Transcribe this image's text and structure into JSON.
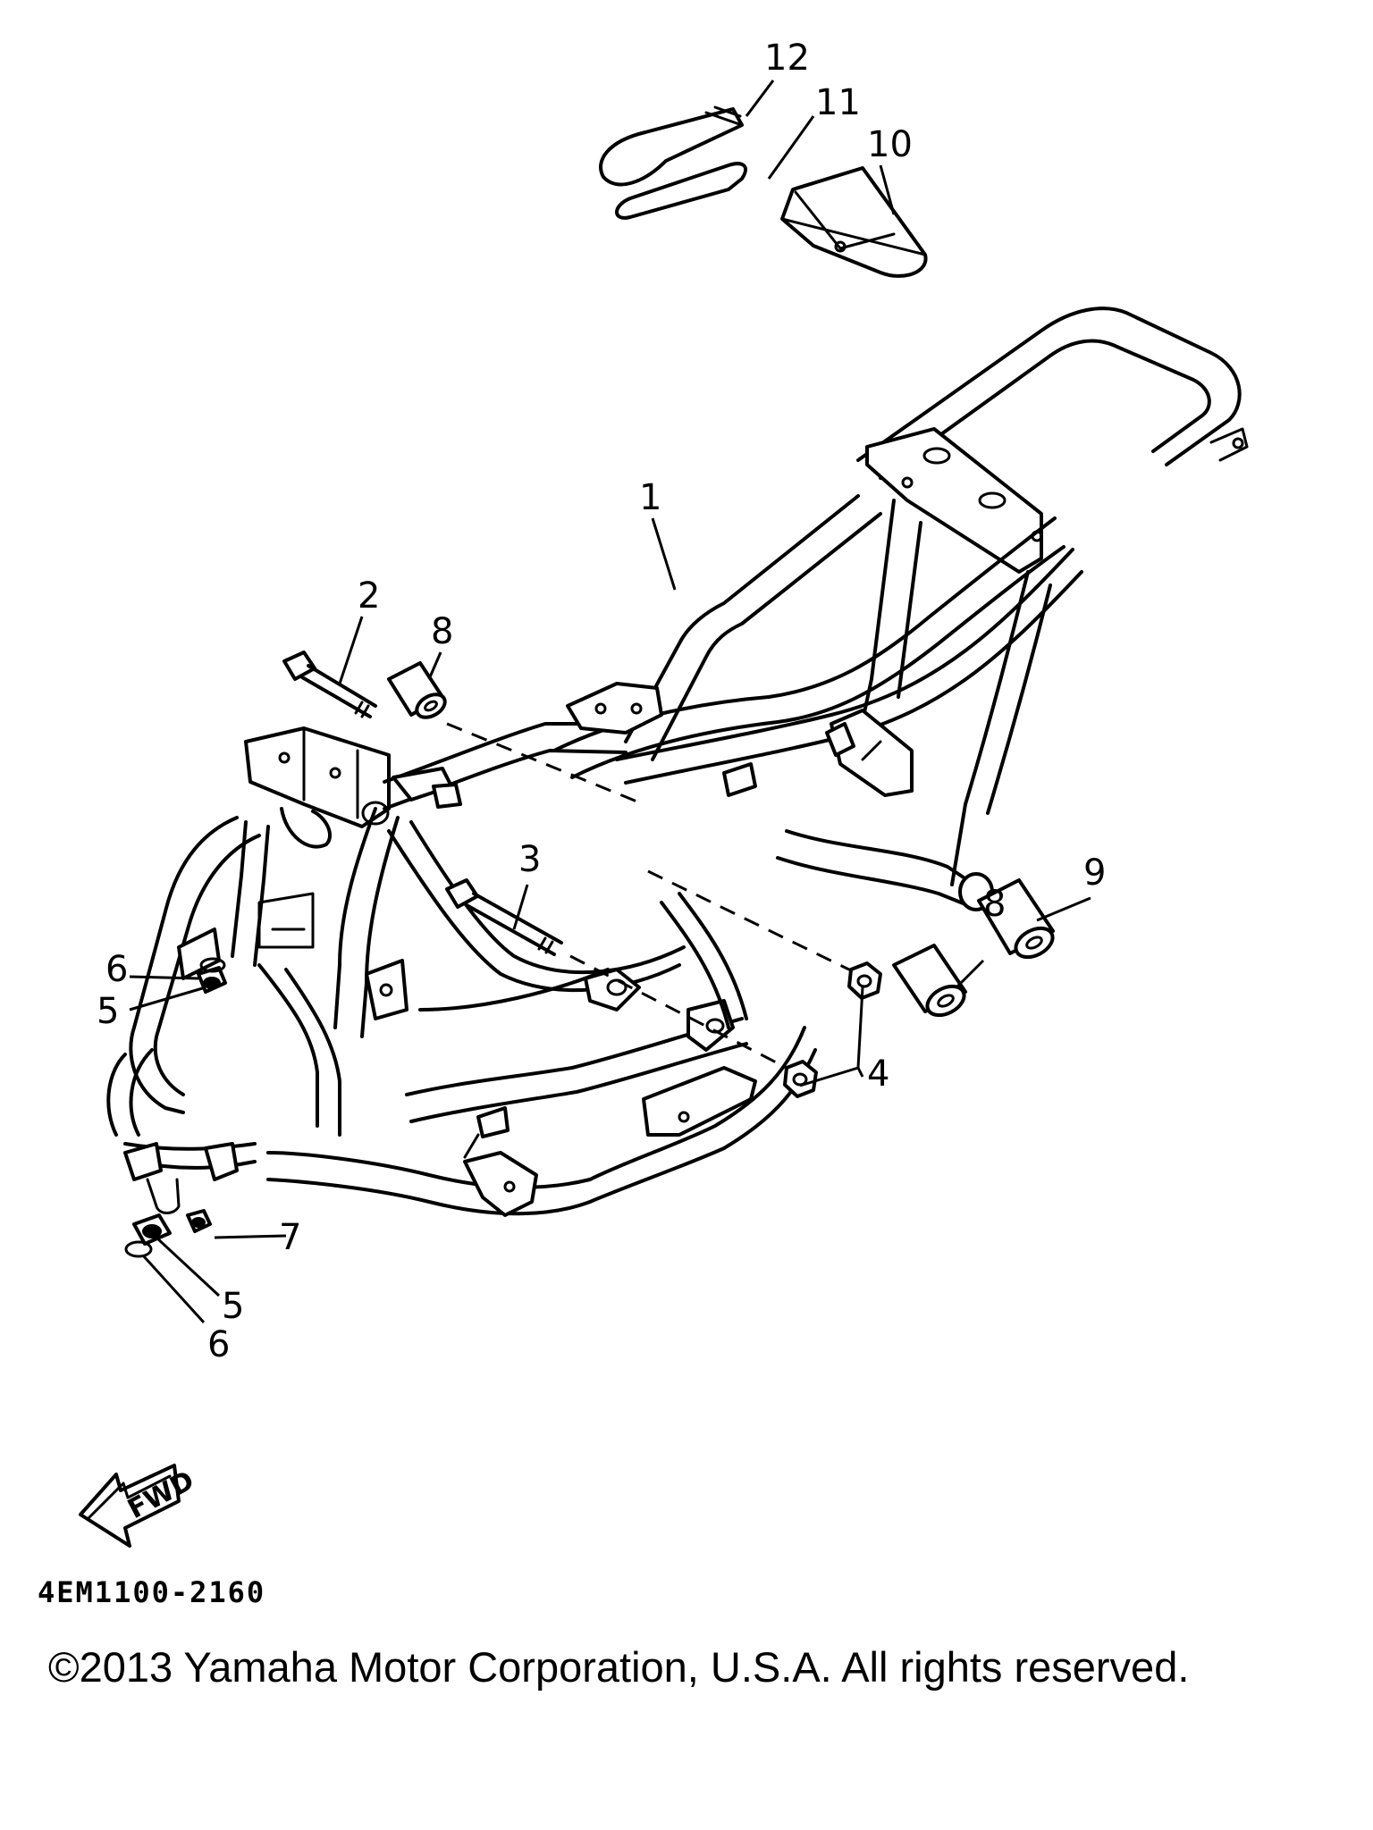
{
  "diagram": {
    "callouts": [
      {
        "id": "1",
        "label": "1"
      },
      {
        "id": "2",
        "label": "2"
      },
      {
        "id": "3",
        "label": "3"
      },
      {
        "id": "4",
        "label": "4"
      },
      {
        "id": "5a",
        "label": "5"
      },
      {
        "id": "5b",
        "label": "5"
      },
      {
        "id": "6a",
        "label": "6"
      },
      {
        "id": "6b",
        "label": "6"
      },
      {
        "id": "7",
        "label": "7"
      },
      {
        "id": "8a",
        "label": "8"
      },
      {
        "id": "8b",
        "label": "8"
      },
      {
        "id": "9",
        "label": "9"
      },
      {
        "id": "10",
        "label": "10"
      },
      {
        "id": "11",
        "label": "11"
      },
      {
        "id": "12",
        "label": "12"
      }
    ],
    "direction_arrow_label": "FWD",
    "drawing_code": "4EM1100-2160"
  },
  "footer": {
    "copyright": "©2013 Yamaha Motor Corporation, U.S.A. All rights reserved."
  },
  "colors": {
    "ink": "#000000",
    "paper": "#ffffff"
  }
}
